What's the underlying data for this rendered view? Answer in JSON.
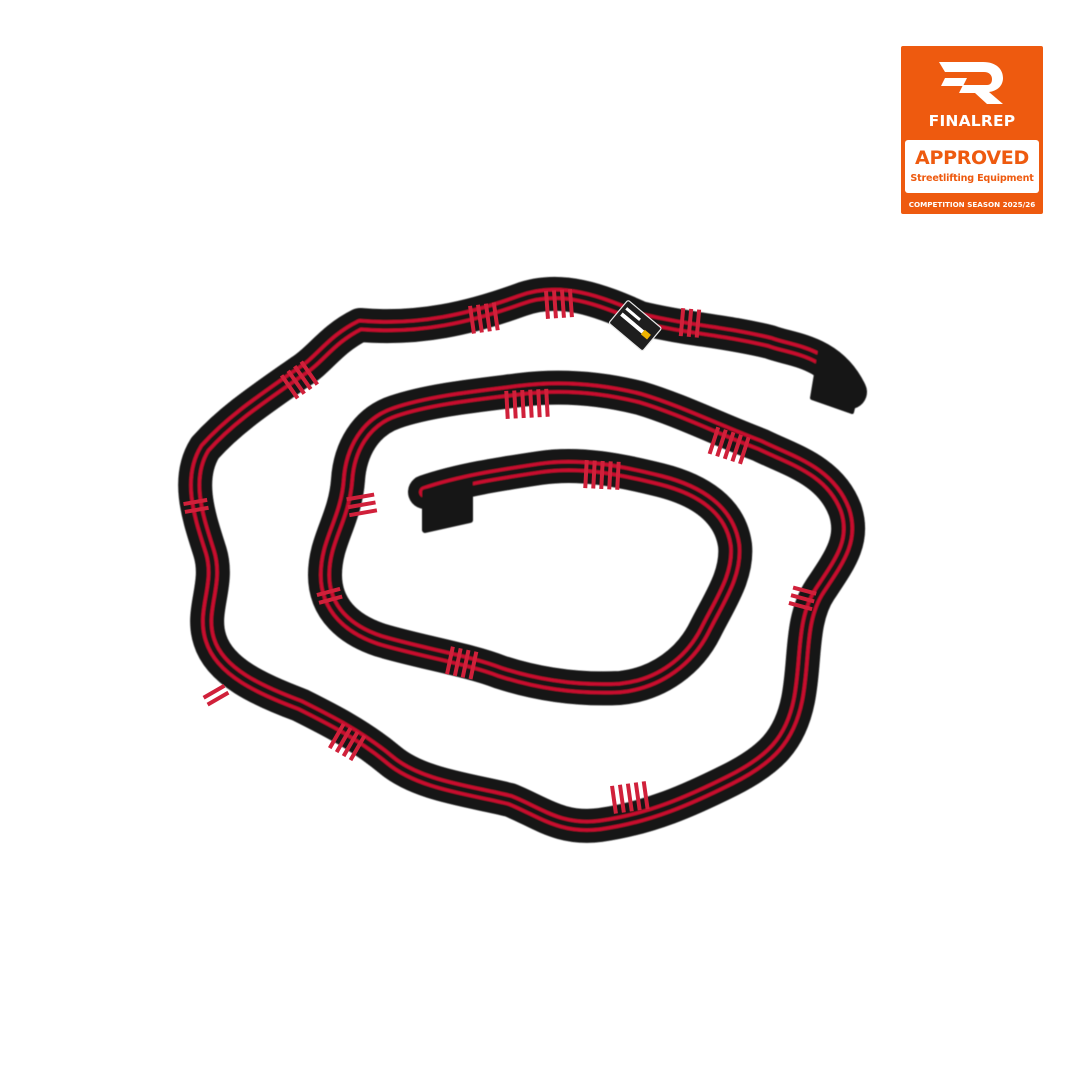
{
  "badge": {
    "brand": "FINALREP",
    "status": "APPROVED",
    "subtitle": "Streetlifting Equipment",
    "season": "COMPETITION SEASON 2025/26",
    "colors": {
      "accent": "#ee5a0f",
      "panel": "#ffffff"
    },
    "logo_icon": "finalrep-r-logo"
  },
  "product": {
    "strap_colors": {
      "webbing": "#141414",
      "stripe": "#c8102e",
      "bartack": "#d0203a"
    },
    "tag_icon": "brand-label-tag"
  }
}
